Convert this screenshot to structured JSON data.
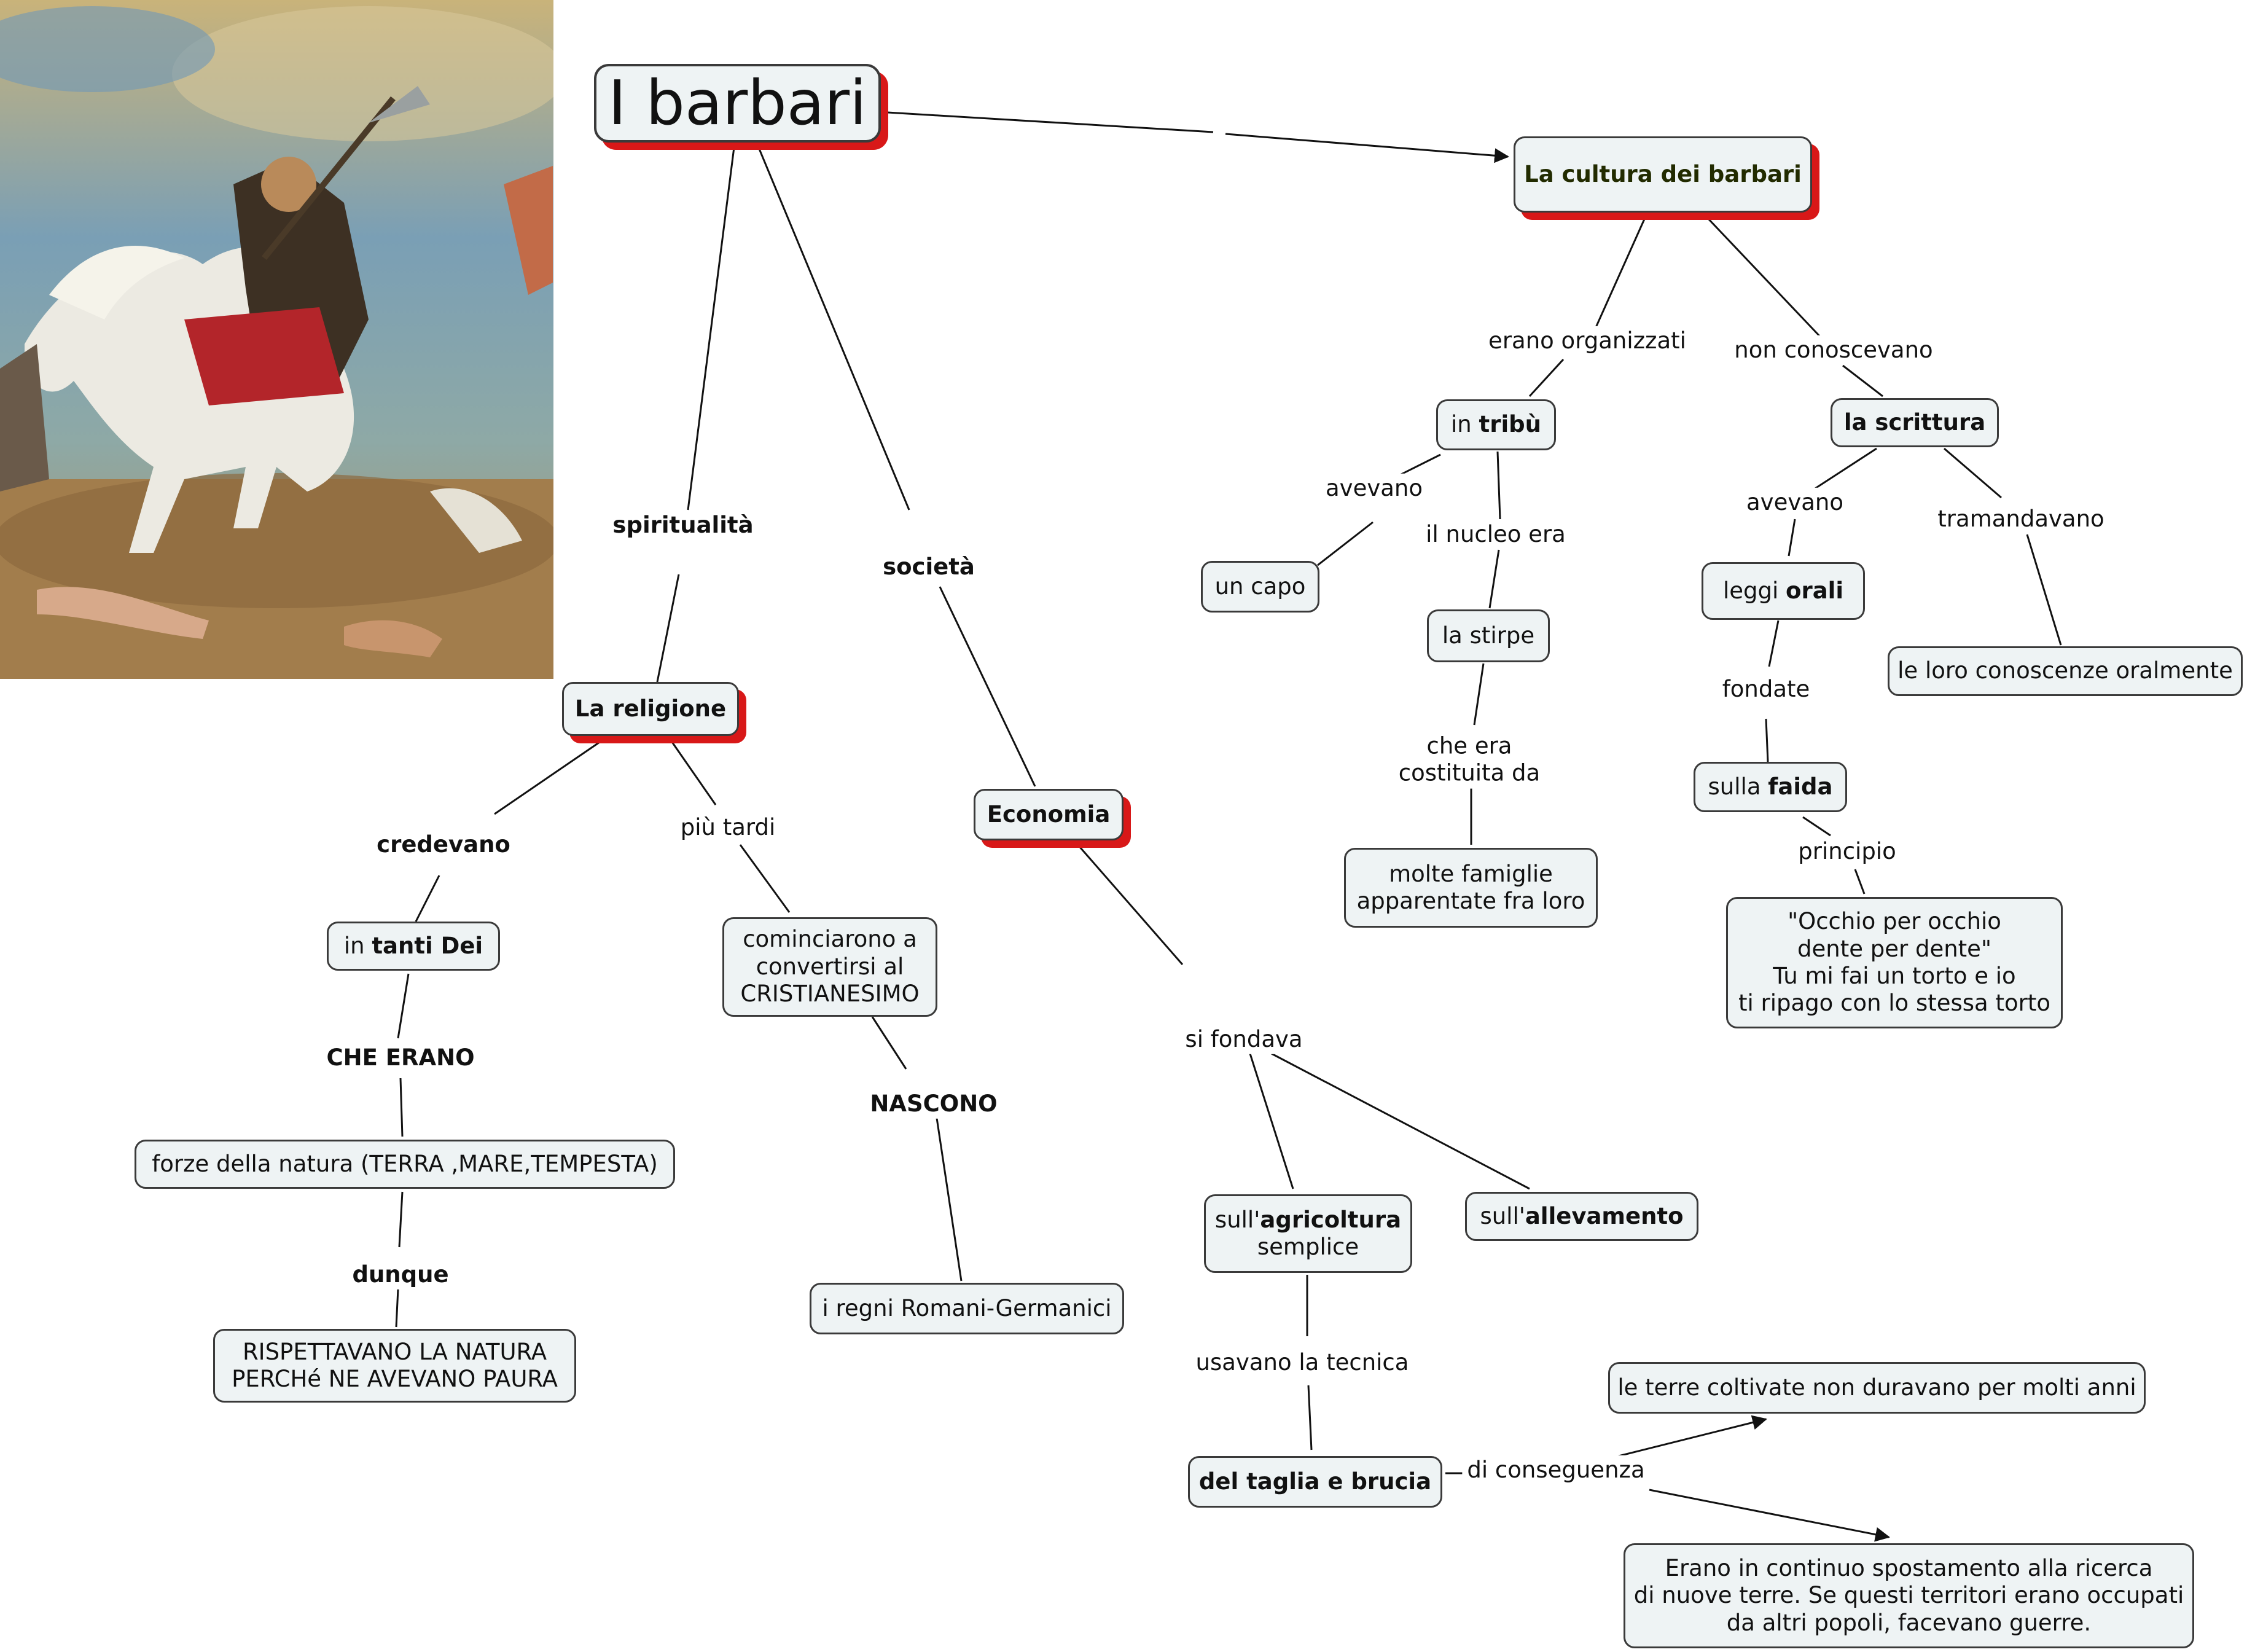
{
  "colors": {
    "node_bg": "#eef3f4",
    "shadow": "#d81818",
    "line": "#111111"
  },
  "title": "I barbari",
  "nodes": {
    "cultura": "La cultura dei barbari",
    "religione": "La religione",
    "economia": "Economia",
    "tribu_pre": "in ",
    "tribu_b": "tribù",
    "scrittura": "la scrittura",
    "capo": "un capo",
    "stirpe": "la stirpe",
    "famiglie": "molte famiglie\napparentate fra loro",
    "leggi_pre": "leggi ",
    "leggi_b": "orali",
    "conoscenze": "le loro conoscenze oralmente",
    "faida_pre": "sulla ",
    "faida_b": "faida",
    "occhio": "\"Occhio per occhio\ndente per dente\"\nTu mi fai un torto e io\nti ripago con lo stessa torto",
    "dei_pre": "in ",
    "dei_b": "tanti Dei",
    "forze": "forze della natura (TERRA ,MARE,TEMPESTA)",
    "rispettavano": "RISPETTAVANO LA NATURA\nPERCHé NE AVEVANO PAURA",
    "cristianesimo": "cominciarono a\nconvertirsi al\nCRISTIANESIMO",
    "regni": "i regni Romani-Germanici",
    "agricoltura_pre": "sull'",
    "agricoltura_b": "agricoltura",
    "agricoltura_post": "semplice",
    "allevamento_pre": "sull'",
    "allevamento_b": "allevamento",
    "taglia": "del taglia e brucia",
    "terre": "le terre coltivate non duravano per molti anni",
    "spostamento": "Erano in continuo spostamento alla ricerca\ndi nuove terre. Se questi territori erano occupati\nda altri popoli, facevano guerre."
  },
  "labels": {
    "organizzati": "erano organizzati",
    "non_conoscevano": "non conoscevano",
    "avevano_capo": "avevano",
    "nucleo": "il nucleo era",
    "costituita": "che era\ncostituita da",
    "avevano_leggi": "avevano",
    "tramandavano": "tramandavano",
    "fondate": "fondate",
    "principio": "principio",
    "spiritualita": "spiritualità",
    "societa": "società",
    "credevano": "credevano",
    "piu_tardi": "più tardi",
    "che_erano": "CHE ERANO",
    "dunque": "dunque",
    "nascono": "NASCONO",
    "si_fondava": "si fondava",
    "tecnica": "usavano la tecnica",
    "conseguenza": "di conseguenza"
  }
}
